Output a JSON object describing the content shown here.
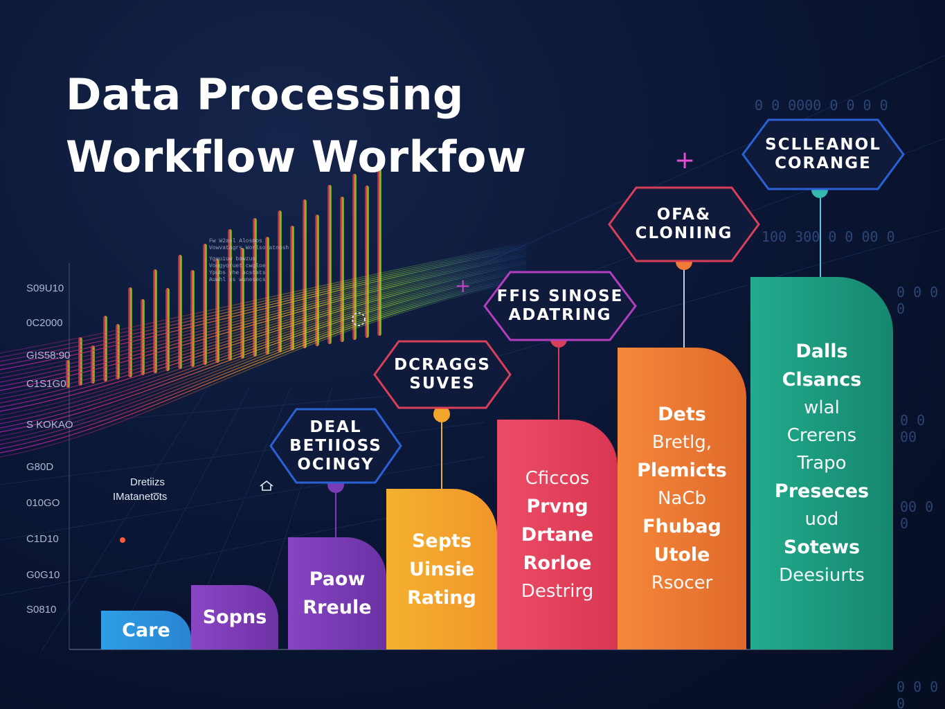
{
  "title": {
    "line1": "Data Processing",
    "line2": "Workflow Workfow"
  },
  "left_axis_labels": [
    "S09U10",
    "0C2000",
    "GIS58:90",
    "C1S1G0",
    "S KOKAO",
    "G80D",
    "010GO",
    "C1D10",
    "G0G10",
    "S0810"
  ],
  "note_text": {
    "line1": "Dretiizs",
    "line2": "IMataneto̅ts"
  },
  "tiny_text": [
    "Fw W2asl Alosmos",
    "Vowvatagrs Worlso atnosh",
    "Ygeuiuw bawzus",
    "Vougyoruet cwgloe",
    "Ypubs yhe acstats",
    "Auwhl ss wunesecs"
  ],
  "steps": [
    {
      "lines": [
        {
          "t": "Care",
          "s": "b"
        }
      ]
    },
    {
      "lines": [
        {
          "t": "Sopns",
          "s": "b"
        }
      ]
    },
    {
      "lines": [
        {
          "t": "Paow",
          "s": "b"
        },
        {
          "t": "Rreule",
          "s": "b"
        }
      ]
    },
    {
      "lines": [
        {
          "t": "Septs",
          "s": "b"
        },
        {
          "t": "Uinsie",
          "s": "b"
        },
        {
          "t": "Rating",
          "s": "b"
        }
      ]
    },
    {
      "lines": [
        {
          "t": "Cficcos",
          "s": "n"
        },
        {
          "t": "Prvng",
          "s": "b"
        },
        {
          "t": "Drtane",
          "s": "b"
        },
        {
          "t": "Rorloe",
          "s": "b"
        },
        {
          "t": "Destrirg",
          "s": "n"
        }
      ]
    },
    {
      "lines": [
        {
          "t": "Dets",
          "s": "b"
        },
        {
          "t": "Bretlg,",
          "s": "n"
        },
        {
          "t": "Plemicts",
          "s": "b"
        },
        {
          "t": "NaCb",
          "s": "n"
        },
        {
          "t": "Fhubag",
          "s": "b"
        },
        {
          "t": "Utole",
          "s": "b"
        },
        {
          "t": "Rsocer",
          "s": "n"
        }
      ]
    },
    {
      "lines": [
        {
          "t": "Dalls",
          "s": "b"
        },
        {
          "t": "Clsancs",
          "s": "b"
        },
        {
          "t": "wlal",
          "s": "n"
        },
        {
          "t": "Crerens",
          "s": "n"
        },
        {
          "t": "Trapo",
          "s": "n"
        },
        {
          "t": "Preseces",
          "s": "b"
        },
        {
          "t": "uod",
          "s": "n"
        },
        {
          "t": "Sotews",
          "s": "b"
        },
        {
          "t": "Deesiurts",
          "s": "n"
        }
      ]
    }
  ],
  "hexagons": [
    {
      "lines": [
        "DEAL",
        "BETIIOSS",
        "OCINGY"
      ]
    },
    {
      "lines": [
        "DCRAGGS",
        "SUVES"
      ]
    },
    {
      "lines": [
        "FFIS SINOSE",
        "ADATRING"
      ]
    },
    {
      "lines": [
        "OFA&",
        "CLONIING"
      ]
    },
    {
      "lines": [
        "SCLLEANOL",
        "CORANGE"
      ]
    }
  ],
  "colors": {
    "blue": "#2f9fe3",
    "purple_light": "#8a46c4",
    "purple": "#7a3bb6",
    "yellow": "#f3a52c",
    "red": "#e6435f",
    "orange": "#f07b34",
    "teal": "#1fa487",
    "hex_blue": "#2a62d6",
    "hex_red": "#d8405a",
    "hex_magenta": "#b43ec0",
    "hex_purple": "#7a3bb6"
  },
  "icons": [
    "sparkle-icon",
    "plus-icon",
    "home-icon"
  ]
}
